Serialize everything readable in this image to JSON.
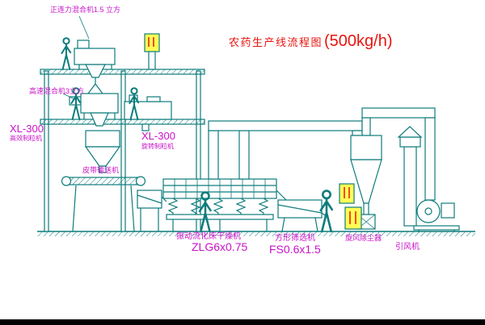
{
  "title": {
    "text": "农药生产线流程图",
    "capacity": "(500kg/h)"
  },
  "equipment_labels": {
    "top_mixer": "正连力混合机1.5 立方",
    "high_speed_mixer": "高速混合机3立方",
    "granulator_left": {
      "model": "XL-300",
      "name": "高效制粒机"
    },
    "granulator_mid": {
      "model": "XL-300",
      "name": "旋转制粒机"
    },
    "belt_conveyor": "皮带输送机",
    "fluid_bed_dryer": {
      "name": "振动流化床干燥机",
      "model": "ZLG6x0.75"
    },
    "square_sieve": {
      "name": "方形筛选机",
      "model": "FS0.6x1.5"
    },
    "cyclone": "旋风除尘器",
    "induced_draft_fan": "引风机"
  },
  "colors": {
    "line": "#0e7c7c",
    "label": "#c813c8",
    "title": "#e8150f",
    "cabinet_fill": "#ffff55",
    "cabinet_marks": "#e8150f"
  }
}
